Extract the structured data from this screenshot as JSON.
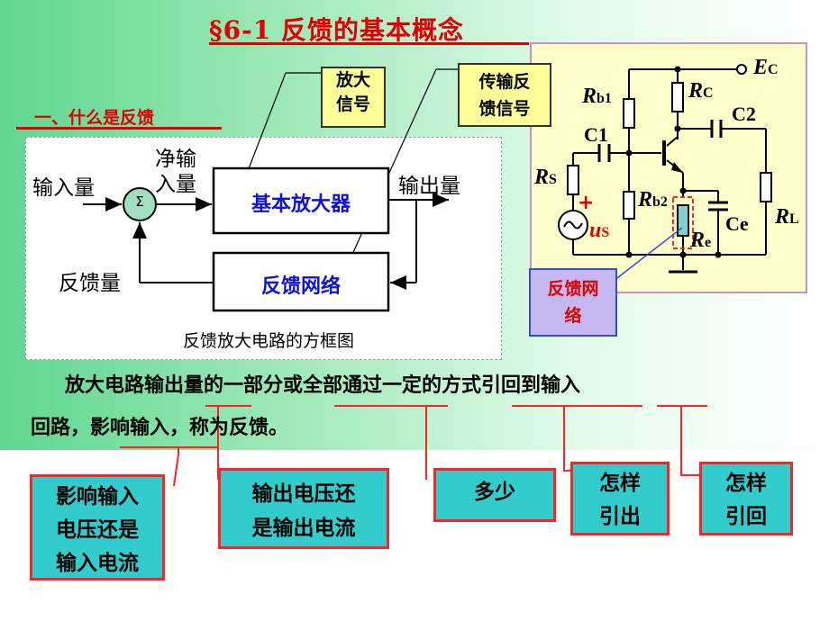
{
  "title": "§6-1  反馈的基本概念",
  "section_title": "一、什么是反馈",
  "callouts": {
    "amp_signal": [
      "放大",
      "信号"
    ],
    "transmit_signal": [
      "传输反",
      "馈信号"
    ],
    "feedback_network": [
      "反馈网",
      "络"
    ]
  },
  "block_diagram": {
    "input_label": "输入量",
    "net_input_label": [
      "净输",
      "入量"
    ],
    "sum_symbol": "Σ",
    "amplifier_label": "基本放大器",
    "output_label": "输出量",
    "feedback_qty_label": "反馈量",
    "feedback_net_label": "反馈网络",
    "caption": "反馈放大电路的方框图"
  },
  "circuit": {
    "ec": "E",
    "ec_sub": "C",
    "rb1": "R",
    "rb1_sub": "b1",
    "rc": "R",
    "rc_sub": "C",
    "c2": "C2",
    "c1": "C1",
    "rs": "R",
    "rs_sub": "S",
    "rb2": "R",
    "rb2_sub": "b2",
    "ce": "Ce",
    "rl": "R",
    "rl_sub": "L",
    "us": "u",
    "us_sub": "S",
    "re": "R",
    "re_sub": "e",
    "plus": "+"
  },
  "paragraph": {
    "line1": "放大电路输出量的一部分或全部通过一定的方式引回到输入",
    "line2": "回路，影响输入，称为反馈。"
  },
  "answer_boxes": {
    "box1": [
      "影响输入",
      "电压还是",
      "输入电流"
    ],
    "box2": [
      "输出电压还",
      "是输出电流"
    ],
    "box3": "多少",
    "box4": [
      "怎样",
      "引出"
    ],
    "box5": [
      "怎样",
      "引回"
    ]
  },
  "colors": {
    "title_red": "#e00000",
    "callout_yellow": "#ffff99",
    "cyan_box": "#33cccc",
    "box_border_red": "#ff2222",
    "block_text_blue": "#1010dd"
  }
}
